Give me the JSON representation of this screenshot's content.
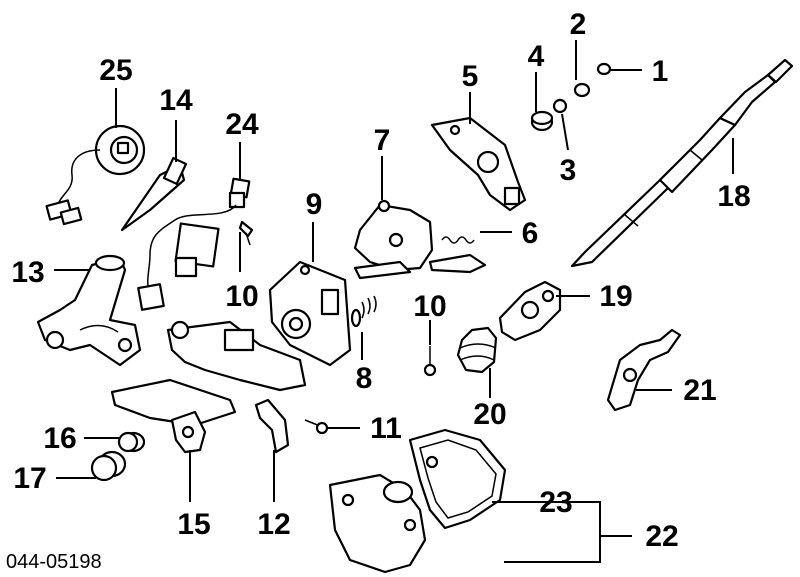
{
  "drawing_code": "044-05198",
  "callouts": {
    "n1": "1",
    "n2": "2",
    "n3": "3",
    "n4": "4",
    "n5": "5",
    "n6": "6",
    "n7": "7",
    "n8": "8",
    "n9": "9",
    "n10a": "10",
    "n10b": "10",
    "n11": "11",
    "n12": "12",
    "n13": "13",
    "n14": "14",
    "n15": "15",
    "n16": "16",
    "n17": "17",
    "n18": "18",
    "n19": "19",
    "n20": "20",
    "n21": "21",
    "n22": "22",
    "n23": "23",
    "n24": "24",
    "n25": "25"
  }
}
